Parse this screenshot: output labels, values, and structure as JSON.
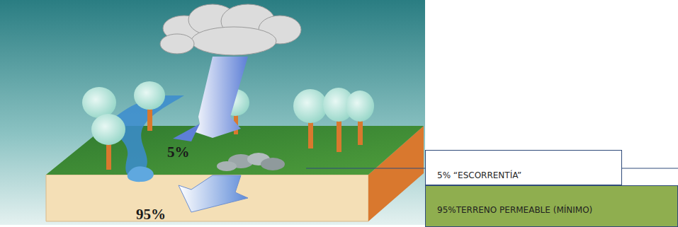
{
  "diagram": {
    "nodes": [
      {
        "text": [
          "5% “ESCORRENTÍA”"
        ]
      },
      {
        "text": [
          "95%TERRENO PERMEABLE (MÍNIMO)"
        ]
      }
    ],
    "labels": [
      "5%",
      "95%"
    ]
  }
}
